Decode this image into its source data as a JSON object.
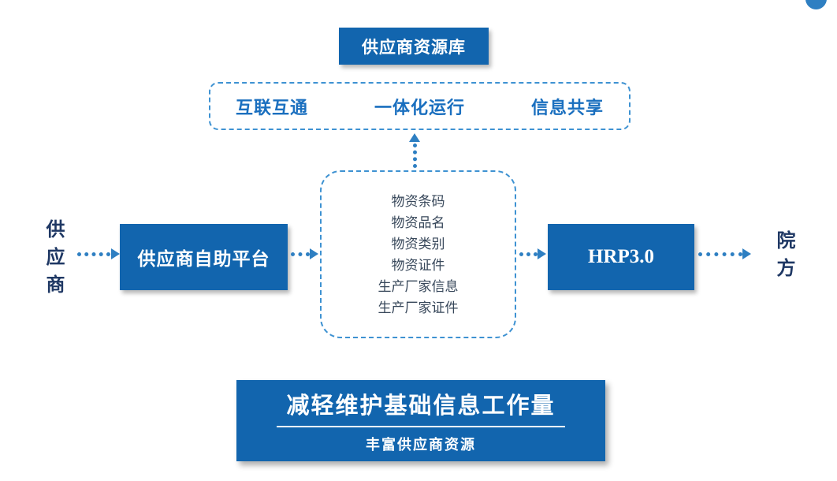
{
  "colors": {
    "primary_blue": "#1265AE",
    "dashed_border_blue": "#3E92D2",
    "arrow_blue": "#2E7FC2",
    "feature_text_blue": "#1A6FBF",
    "side_label_navy": "#1F3864",
    "detail_text": "#37475A"
  },
  "top_box": {
    "label": "供应商资源库"
  },
  "features": {
    "items": [
      "互联互通",
      "一体化运行",
      "信息共享"
    ]
  },
  "detail_box": {
    "items": [
      "物资条码",
      "物资品名",
      "物资类别",
      "物资证件",
      "生产厂家信息",
      "生产厂家证件"
    ]
  },
  "left_label": "供应商",
  "platform_box": {
    "label": "供应商自助平台"
  },
  "hrp_box": {
    "label": "HRP3.0"
  },
  "right_label": "院方",
  "bottom_box": {
    "title": "减轻维护基础信息工作量",
    "subtitle": "丰富供应商资源"
  }
}
